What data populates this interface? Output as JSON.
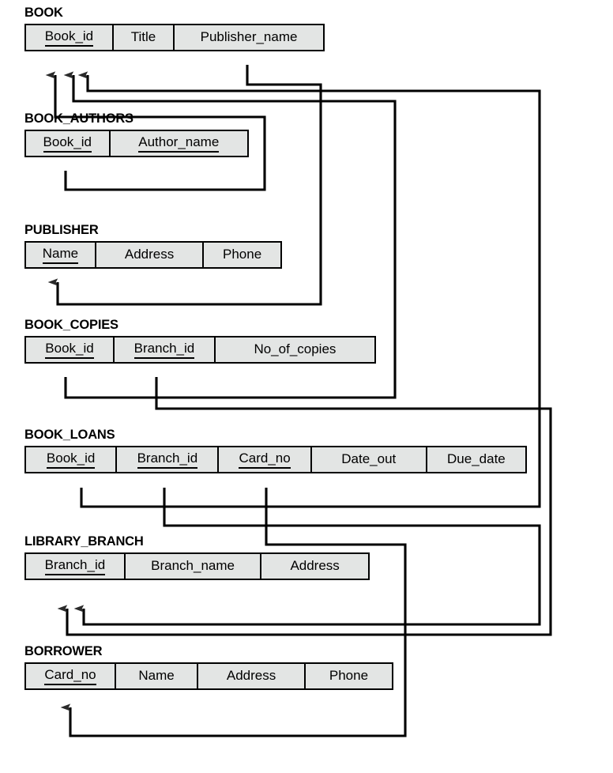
{
  "diagram": {
    "type": "relational-schema",
    "notation": "referential integrity constraints shown as directed arcs",
    "background_color": "#ffffff",
    "table_fill_color": "#e3e5e4",
    "line_color": "#000000"
  },
  "relations": [
    {
      "name": "BOOK",
      "attributes": [
        {
          "label": "Book_id",
          "primary_key": true
        },
        {
          "label": "Title",
          "primary_key": false
        },
        {
          "label": "Publisher_name",
          "primary_key": false
        }
      ]
    },
    {
      "name": "BOOK_AUTHORS",
      "attributes": [
        {
          "label": "Book_id",
          "primary_key": true
        },
        {
          "label": "Author_name",
          "primary_key": true
        }
      ]
    },
    {
      "name": "PUBLISHER",
      "attributes": [
        {
          "label": "Name",
          "primary_key": true
        },
        {
          "label": "Address",
          "primary_key": false
        },
        {
          "label": "Phone",
          "primary_key": false
        }
      ]
    },
    {
      "name": "BOOK_COPIES",
      "attributes": [
        {
          "label": "Book_id",
          "primary_key": true
        },
        {
          "label": "Branch_id",
          "primary_key": true
        },
        {
          "label": "No_of_copies",
          "primary_key": false
        }
      ]
    },
    {
      "name": "BOOK_LOANS",
      "attributes": [
        {
          "label": "Book_id",
          "primary_key": true
        },
        {
          "label": "Branch_id",
          "primary_key": true
        },
        {
          "label": "Card_no",
          "primary_key": true
        },
        {
          "label": "Date_out",
          "primary_key": false
        },
        {
          "label": "Due_date",
          "primary_key": false
        }
      ]
    },
    {
      "name": "LIBRARY_BRANCH",
      "attributes": [
        {
          "label": "Branch_id",
          "primary_key": true
        },
        {
          "label": "Branch_name",
          "primary_key": false
        },
        {
          "label": "Address",
          "primary_key": false
        }
      ]
    },
    {
      "name": "BORROWER",
      "attributes": [
        {
          "label": "Card_no",
          "primary_key": true
        },
        {
          "label": "Name",
          "primary_key": false
        },
        {
          "label": "Address",
          "primary_key": false
        },
        {
          "label": "Phone",
          "primary_key": false
        }
      ]
    }
  ],
  "foreign_keys": [
    {
      "from_relation": "BOOK",
      "from_attribute": "Publisher_name",
      "to_relation": "PUBLISHER",
      "to_attribute": "Name"
    },
    {
      "from_relation": "BOOK_AUTHORS",
      "from_attribute": "Book_id",
      "to_relation": "BOOK",
      "to_attribute": "Book_id"
    },
    {
      "from_relation": "BOOK_COPIES",
      "from_attribute": "Book_id",
      "to_relation": "BOOK",
      "to_attribute": "Book_id"
    },
    {
      "from_relation": "BOOK_COPIES",
      "from_attribute": "Branch_id",
      "to_relation": "LIBRARY_BRANCH",
      "to_attribute": "Branch_id"
    },
    {
      "from_relation": "BOOK_LOANS",
      "from_attribute": "Book_id",
      "to_relation": "BOOK",
      "to_attribute": "Book_id"
    },
    {
      "from_relation": "BOOK_LOANS",
      "from_attribute": "Branch_id",
      "to_relation": "LIBRARY_BRANCH",
      "to_attribute": "Branch_id"
    },
    {
      "from_relation": "BOOK_LOANS",
      "from_attribute": "Card_no",
      "to_relation": "BORROWER",
      "to_attribute": "Card_no"
    }
  ]
}
